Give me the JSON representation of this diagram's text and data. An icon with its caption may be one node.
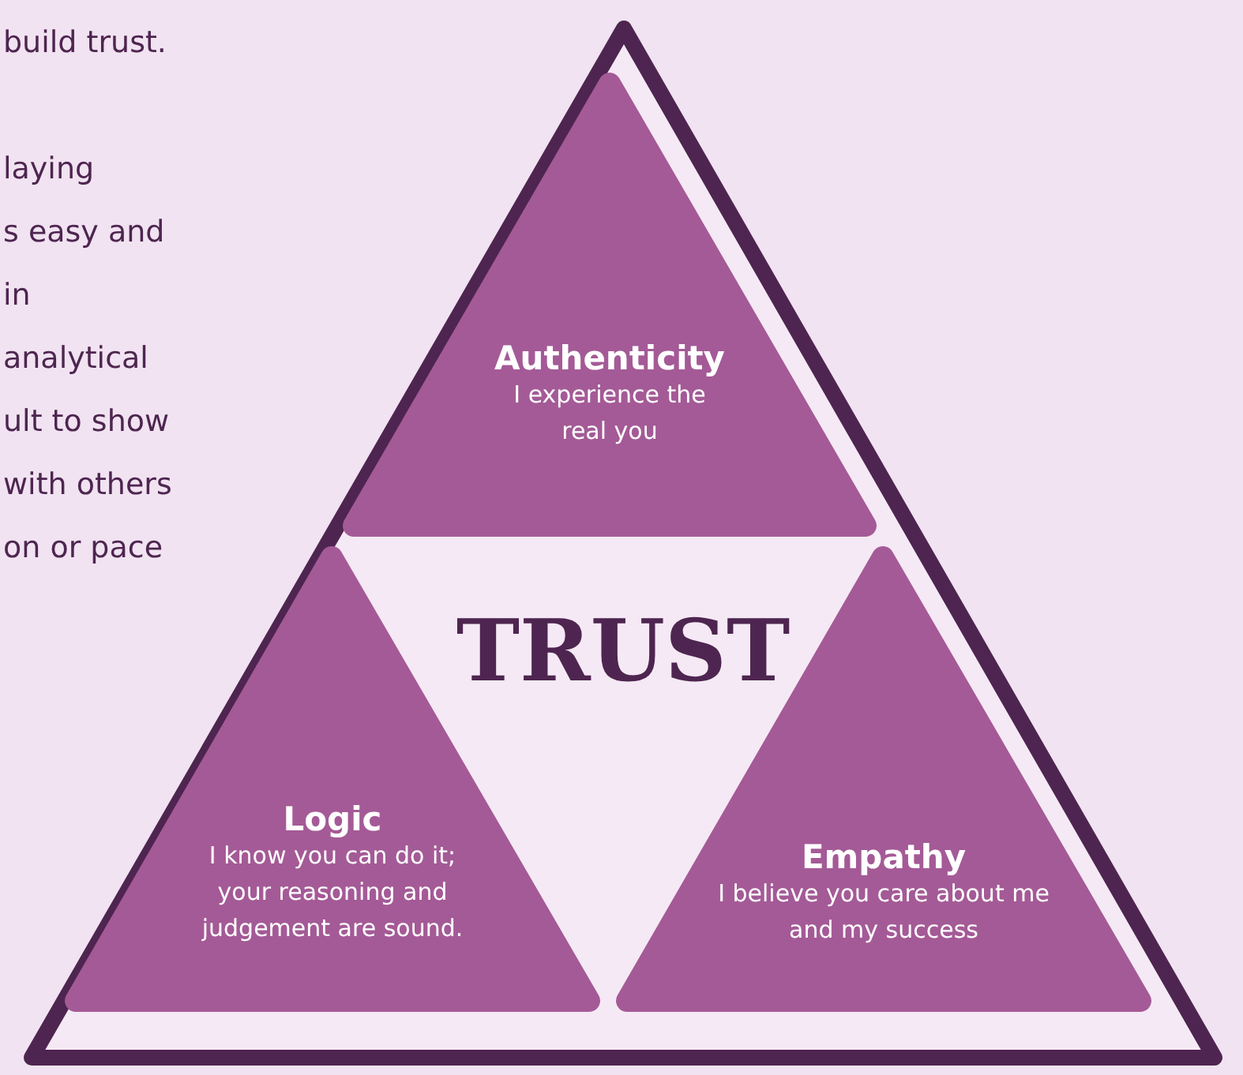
{
  "diagram": {
    "nodes": [
      {
        "text": [
          "TRUST"
        ]
      },
      {
        "text": [
          "Authenticity",
          "I experience the real you"
        ],
        "in": 0
      },
      {
        "text": [
          "Logic",
          "I know you can do it; your reasoning and judgement are sound."
        ],
        "in": 0
      },
      {
        "text": [
          "Empathy",
          "I believe you care about me and my success"
        ],
        "in": 0
      }
    ],
    "edges": [],
    "labels": [
      "build trust.",
      "laying",
      "s easy and",
      "in",
      "analytical",
      "ult to show",
      "with others",
      "on or pace"
    ]
  }
}
